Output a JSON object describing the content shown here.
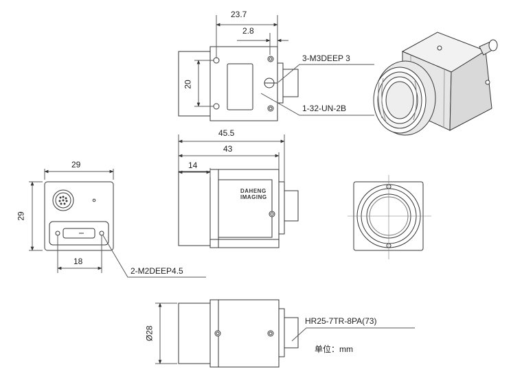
{
  "dimensions": {
    "top_width": "23.7",
    "top_offset": "2.8",
    "top_height": "20",
    "side_overall_length": "45.5",
    "side_body_length": "43",
    "side_front_length": "14",
    "back_width": "29",
    "back_height": "29",
    "back_hole_spacing": "18",
    "bottom_diameter": "Ø28"
  },
  "callouts": {
    "mount_holes": "3-M3DEEP 3",
    "lens_thread": "1-32-UN-2B",
    "back_holes": "2-M2DEEP4.5",
    "connector": "HR25-7TR-8PA(73)"
  },
  "logo_text": [
    "DAHENG",
    "IMAGING"
  ],
  "unit_label": "单位：mm",
  "colors": {
    "line": "#333333",
    "dim_line": "#555555",
    "body_fill": "#ffffff",
    "iso_light": "#f2f2f2",
    "iso_mid": "#d9d9d9",
    "iso_dark": "#bdbdbd"
  }
}
